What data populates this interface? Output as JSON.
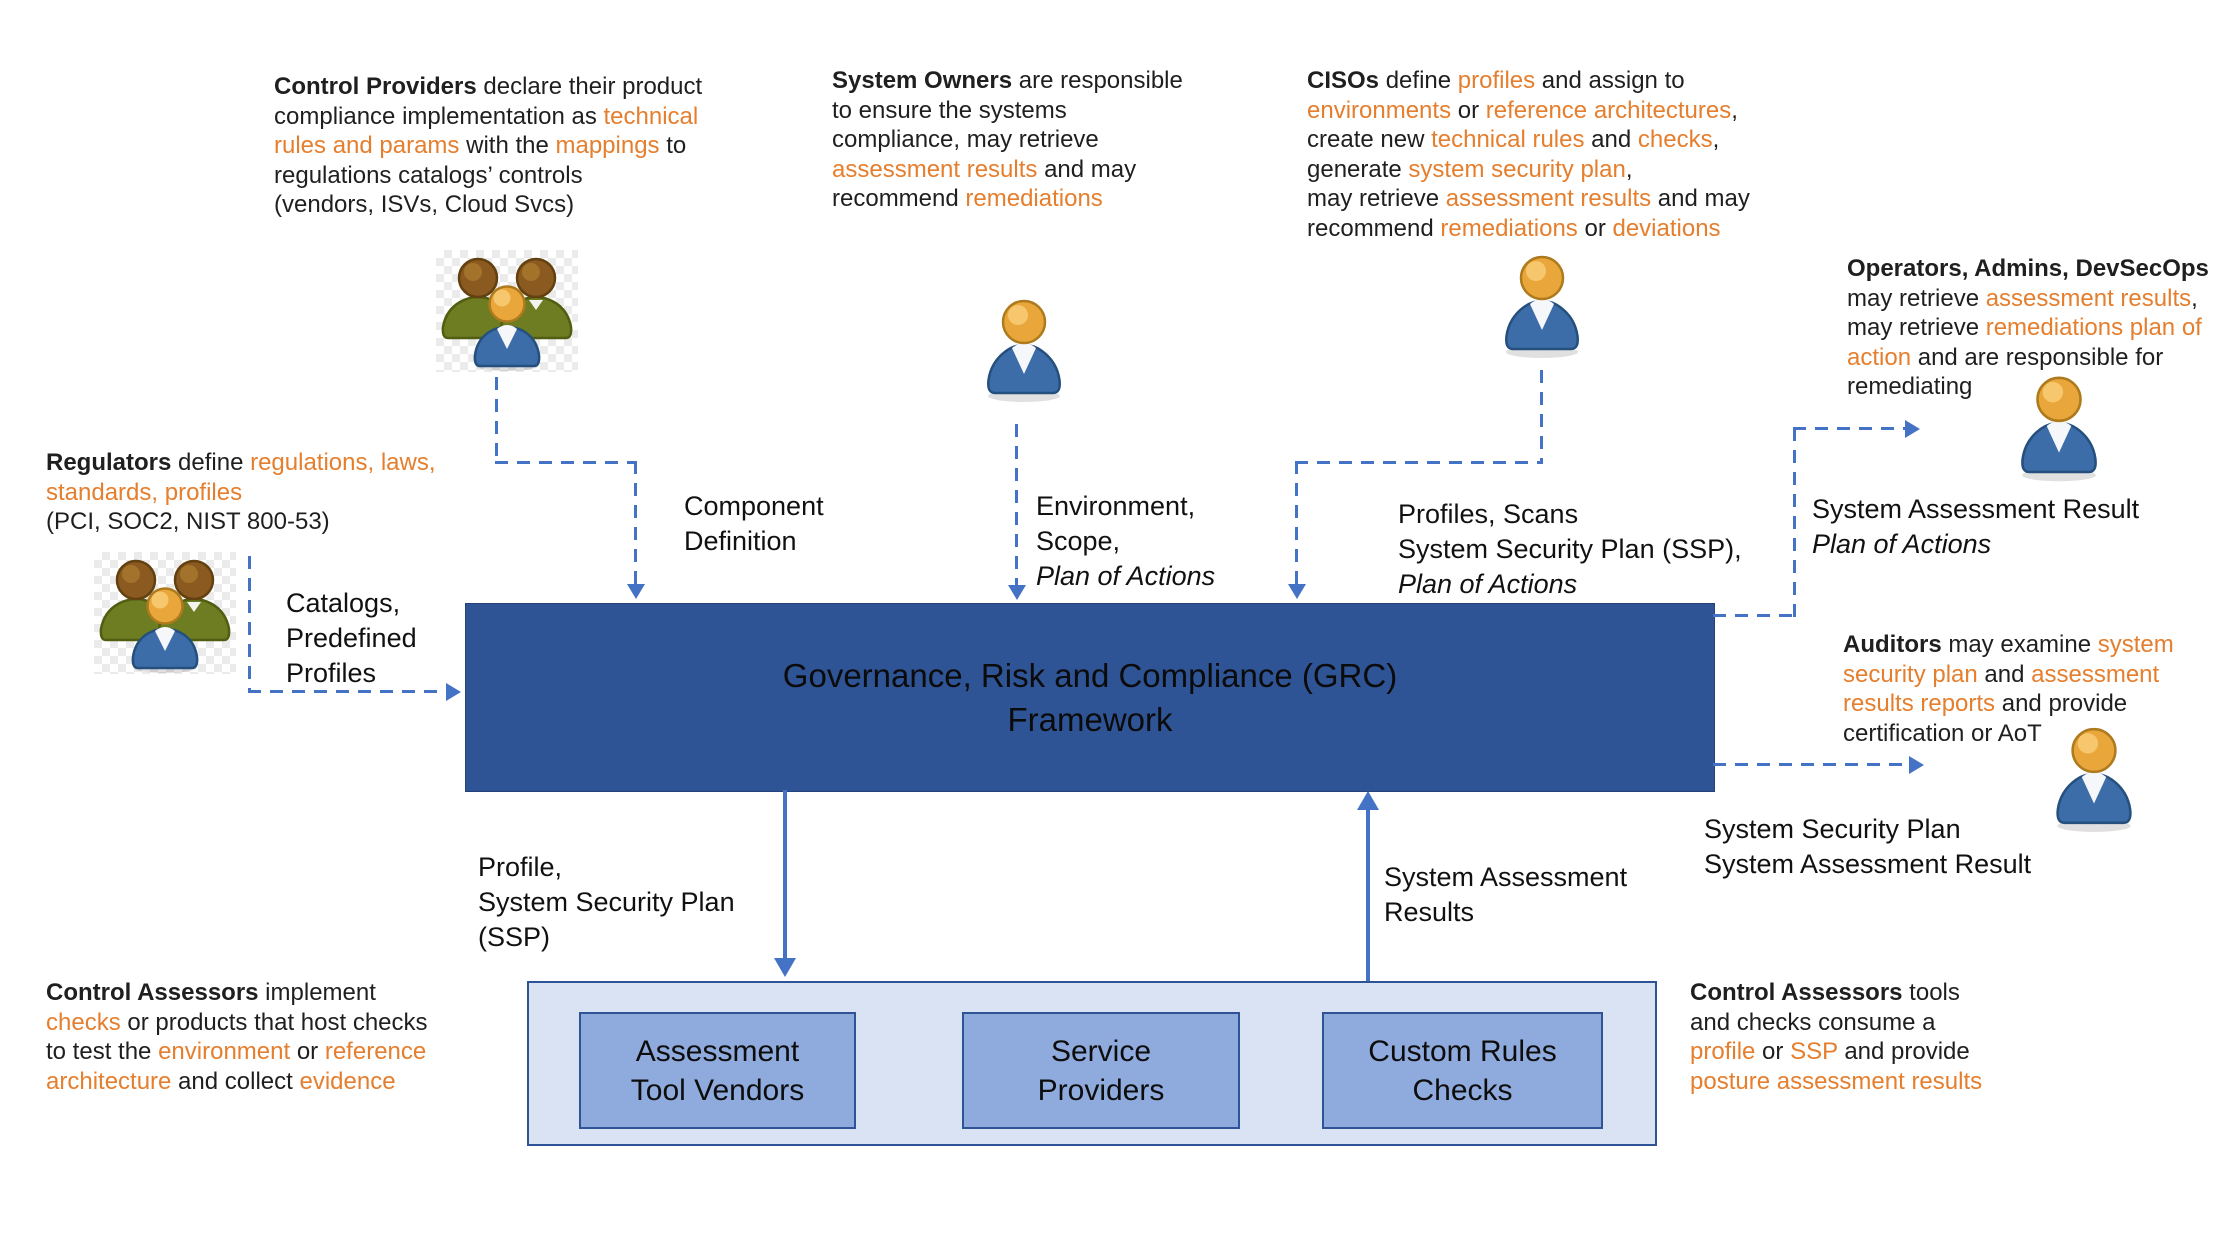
{
  "palette": {
    "orange": "#E57E2D",
    "line": "#4472C4",
    "grc_fill": "#2F5496",
    "grc_text": "#0B0B0B",
    "container_fill": "#DAE3F3",
    "inner_fill": "#8FAADC",
    "border": "#2F5496",
    "text": "#1F1F1F"
  },
  "grc": {
    "title": "Governance, Risk and Compliance (GRC) Framework",
    "title_lines": [
      [
        {
          "t": "Governance, Risk and Compliance (GRC)"
        }
      ],
      [
        {
          "t": "Framework"
        }
      ]
    ]
  },
  "notes": {
    "control_providers": {
      "lines": [
        [
          {
            "t": "Control Providers",
            "s": "b"
          },
          {
            "t": " declare their product"
          }
        ],
        [
          {
            "t": "compliance implementation as "
          },
          {
            "t": "technical",
            "s": "o"
          }
        ],
        [
          {
            "t": "rules and params",
            "s": "o"
          },
          {
            "t": " with the "
          },
          {
            "t": "mappings",
            "s": "o"
          },
          {
            "t": " to"
          }
        ],
        [
          {
            "t": "regulations catalogs’ controls"
          }
        ],
        [
          {
            "t": "(vendors, ISVs, Cloud Svcs)"
          }
        ]
      ]
    },
    "system_owners": {
      "lines": [
        [
          {
            "t": "System Owners",
            "s": "b"
          },
          {
            "t": " are responsible"
          }
        ],
        [
          {
            "t": "to ensure the systems"
          }
        ],
        [
          {
            "t": "compliance, may retrieve"
          }
        ],
        [
          {
            "t": "assessment results",
            "s": "o"
          },
          {
            "t": " and may"
          }
        ],
        [
          {
            "t": "recommend "
          },
          {
            "t": "remediations",
            "s": "o"
          }
        ]
      ]
    },
    "cisos": {
      "lines": [
        [
          {
            "t": "CISOs",
            "s": "b"
          },
          {
            "t": " define "
          },
          {
            "t": "profiles",
            "s": "o"
          },
          {
            "t": " and assign to"
          }
        ],
        [
          {
            "t": "environments",
            "s": "o"
          },
          {
            "t": " or "
          },
          {
            "t": "reference architectures",
            "s": "o"
          },
          {
            "t": ","
          }
        ],
        [
          {
            "t": "create new "
          },
          {
            "t": "technical rules",
            "s": "o"
          },
          {
            "t": " and "
          },
          {
            "t": "checks",
            "s": "o"
          },
          {
            "t": ","
          }
        ],
        [
          {
            "t": "generate "
          },
          {
            "t": "system security plan",
            "s": "o"
          },
          {
            "t": ","
          }
        ],
        [
          {
            "t": "may retrieve "
          },
          {
            "t": "assessment results",
            "s": "o"
          },
          {
            "t": " and may"
          }
        ],
        [
          {
            "t": "recommend "
          },
          {
            "t": "remediations",
            "s": "o"
          },
          {
            "t": " or "
          },
          {
            "t": "deviations",
            "s": "o"
          }
        ]
      ]
    },
    "operators": {
      "lines": [
        [
          {
            "t": "Operators, Admins, DevSecOps",
            "s": "b"
          }
        ],
        [
          {
            "t": "may retrieve "
          },
          {
            "t": "assessment results",
            "s": "o"
          },
          {
            "t": ","
          }
        ],
        [
          {
            "t": "may retrieve "
          },
          {
            "t": "remediations plan of",
            "s": "o"
          }
        ],
        [
          {
            "t": "action",
            "s": "o"
          },
          {
            "t": " and are responsible for"
          }
        ],
        [
          {
            "t": "remediating"
          }
        ]
      ]
    },
    "regulators": {
      "lines": [
        [
          {
            "t": "Regulators",
            "s": "b"
          },
          {
            "t": " define "
          },
          {
            "t": "regulations, laws,",
            "s": "o"
          }
        ],
        [
          {
            "t": "standards, profiles",
            "s": "o"
          }
        ],
        [
          {
            "t": "(PCI, SOC2, NIST 800-53)"
          }
        ]
      ]
    },
    "auditors": {
      "lines": [
        [
          {
            "t": "Auditors",
            "s": "b"
          },
          {
            "t": " may examine "
          },
          {
            "t": "system",
            "s": "o"
          }
        ],
        [
          {
            "t": "security plan",
            "s": "o"
          },
          {
            "t": " and "
          },
          {
            "t": "assessment",
            "s": "o"
          }
        ],
        [
          {
            "t": "results reports",
            "s": "o"
          },
          {
            "t": " and provide"
          }
        ],
        [
          {
            "t": "certification or AoT"
          }
        ]
      ]
    },
    "control_assessors_left": {
      "lines": [
        [
          {
            "t": "Control Assessors",
            "s": "b"
          },
          {
            "t": " implement"
          }
        ],
        [
          {
            "t": "checks",
            "s": "o"
          },
          {
            "t": " or products that host checks"
          }
        ],
        [
          {
            "t": "to test the "
          },
          {
            "t": "environment",
            "s": "o"
          },
          {
            "t": " or "
          },
          {
            "t": "reference",
            "s": "o"
          }
        ],
        [
          {
            "t": "architecture",
            "s": "o"
          },
          {
            "t": " and collect "
          },
          {
            "t": "evidence",
            "s": "o"
          }
        ]
      ]
    },
    "control_assessors_right": {
      "lines": [
        [
          {
            "t": "Control Assessors",
            "s": "b"
          },
          {
            "t": " tools"
          }
        ],
        [
          {
            "t": "and checks consume a"
          }
        ],
        [
          {
            "t": "profile",
            "s": "o"
          },
          {
            "t": " or "
          },
          {
            "t": "SSP",
            "s": "o"
          },
          {
            "t": " and provide"
          }
        ],
        [
          {
            "t": "posture assessment results",
            "s": "o"
          }
        ]
      ]
    }
  },
  "labels": {
    "component_definition": {
      "lines": [
        [
          {
            "t": "Component"
          }
        ],
        [
          {
            "t": "Definition"
          }
        ]
      ]
    },
    "environment_scope": {
      "lines": [
        [
          {
            "t": "Environment,"
          }
        ],
        [
          {
            "t": "Scope,"
          }
        ],
        [
          {
            "t": "Plan of Actions",
            "s": "i"
          }
        ]
      ]
    },
    "profiles_scans": {
      "lines": [
        [
          {
            "t": "Profiles, Scans"
          }
        ],
        [
          {
            "t": "System Security Plan (SSP),"
          }
        ],
        [
          {
            "t": "Plan of Actions",
            "s": "i"
          }
        ]
      ]
    },
    "system_assessment_result_poa": {
      "lines": [
        [
          {
            "t": "System Assessment Result"
          }
        ],
        [
          {
            "t": "Plan of Actions",
            "s": "i"
          }
        ]
      ]
    },
    "catalogs_predefined_profiles": {
      "lines": [
        [
          {
            "t": "Catalogs,"
          }
        ],
        [
          {
            "t": "Predefined"
          }
        ],
        [
          {
            "t": "Profiles"
          }
        ]
      ]
    },
    "profile_ssp": {
      "lines": [
        [
          {
            "t": "Profile,"
          }
        ],
        [
          {
            "t": "System Security Plan"
          }
        ],
        [
          {
            "t": "(SSP)"
          }
        ]
      ]
    },
    "system_assessment_results": {
      "lines": [
        [
          {
            "t": "System Assessment"
          }
        ],
        [
          {
            "t": "Results"
          }
        ]
      ]
    },
    "ssp_system_assessment_result": {
      "lines": [
        [
          {
            "t": "System Security Plan"
          }
        ],
        [
          {
            "t": "System Assessment Result"
          }
        ]
      ]
    }
  },
  "bottom": {
    "boxes": [
      {
        "label": "Assessment Tool Vendors",
        "lines": [
          [
            {
              "t": "Assessment"
            }
          ],
          [
            {
              "t": "Tool Vendors"
            }
          ]
        ]
      },
      {
        "label": "Service Providers",
        "lines": [
          [
            {
              "t": "Service"
            }
          ],
          [
            {
              "t": "Providers"
            }
          ]
        ]
      },
      {
        "label": "Custom Rules Checks",
        "lines": [
          [
            {
              "t": "Custom Rules"
            }
          ],
          [
            {
              "t": "Checks"
            }
          ]
        ]
      }
    ]
  },
  "icons": {
    "control_providers": "people-group-icon",
    "regulators": "people-group-icon",
    "system_owner": "person-icon",
    "ciso": "person-icon",
    "operators": "person-icon",
    "auditor": "person-icon"
  }
}
